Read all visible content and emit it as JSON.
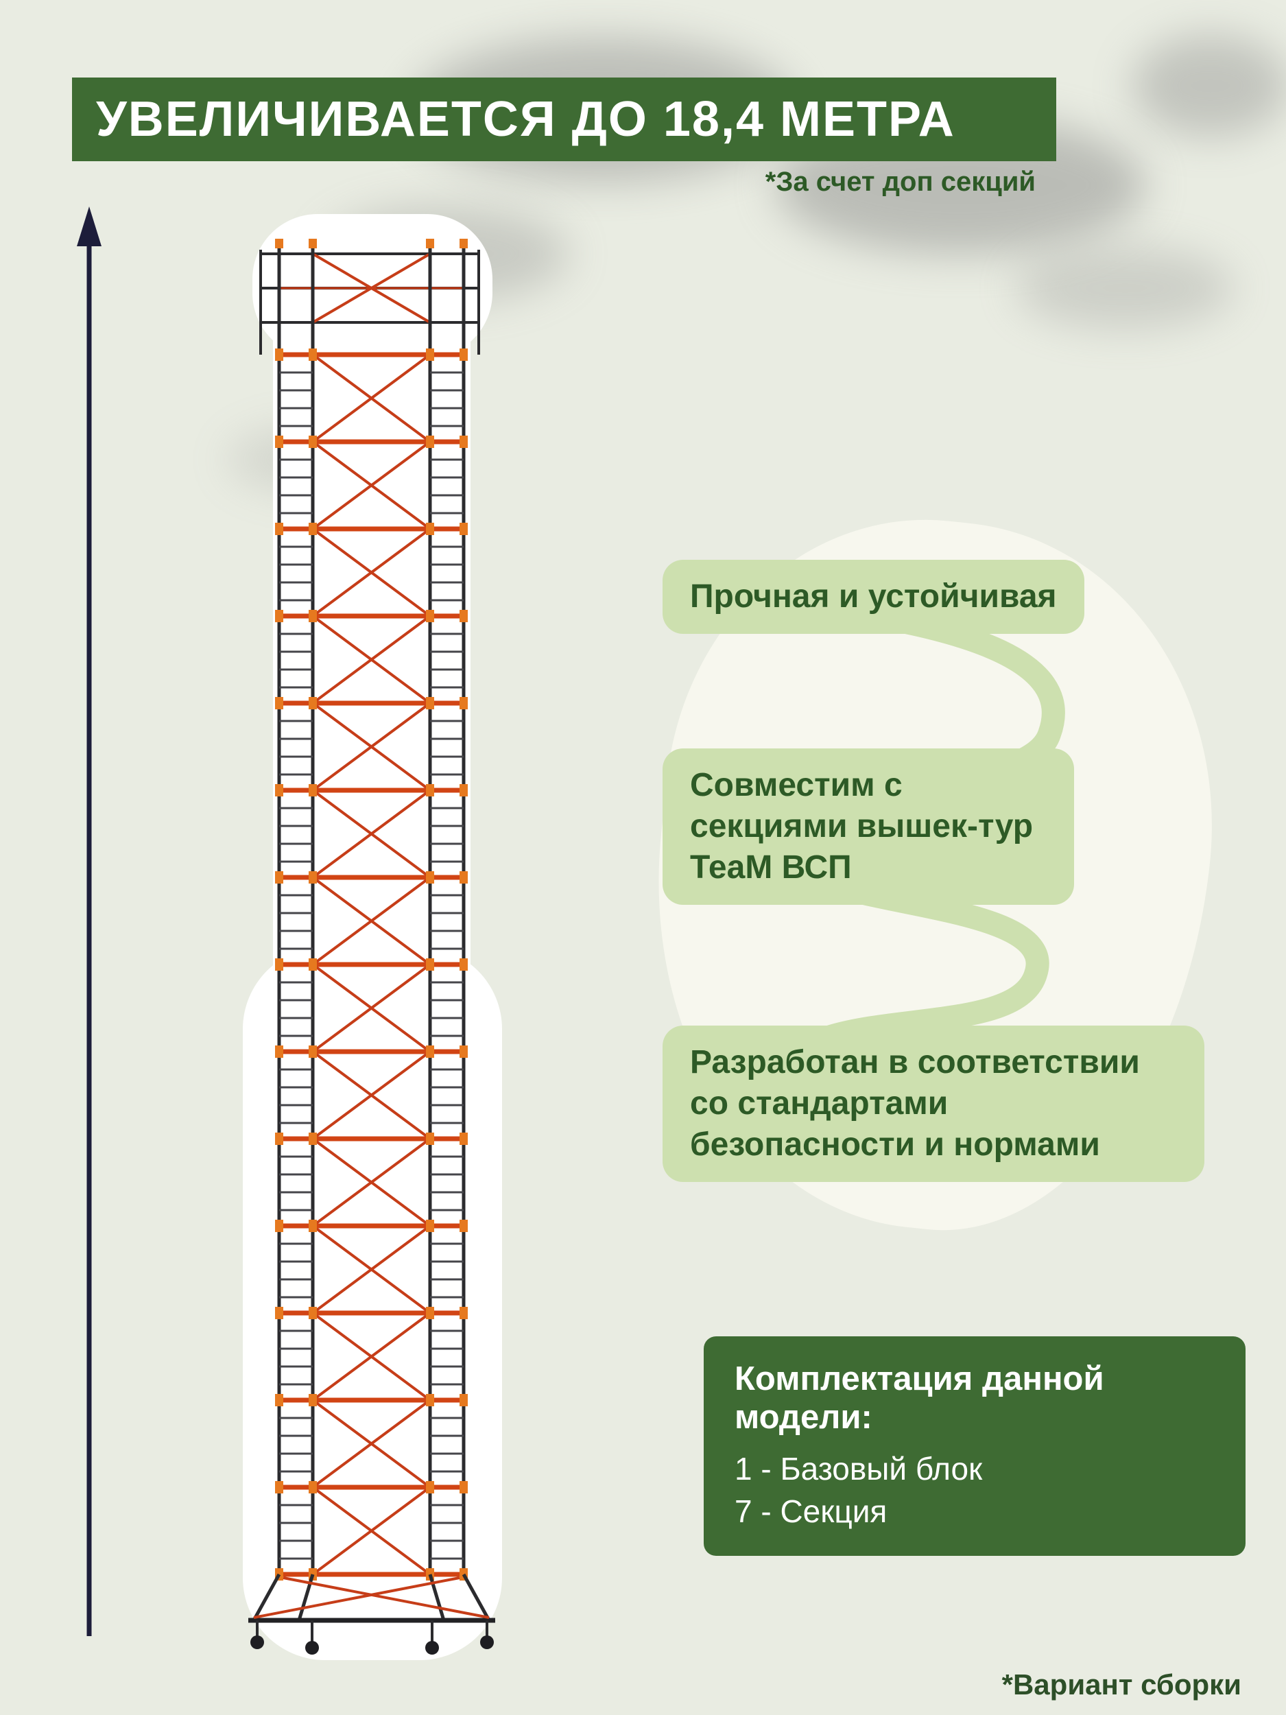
{
  "header": {
    "title": "УВЕЛИЧИВАЕТСЯ ДО 18,4 МЕТРА",
    "note": "*За счет доп секций"
  },
  "features": [
    "Прочная и устойчивая",
    "Совместим с секциями вышек-тур ТеаМ ВСП",
    "Разработан в соответствии со стандартами безопасности и нормами"
  ],
  "package": {
    "title": "Комплектация данной модели:",
    "items": [
      "1 - Базовый блок",
      "7 - Секция"
    ]
  },
  "footnote": "*Вариант сборки",
  "illustration": "scaffold-tower-variant-assembly",
  "colors": {
    "background": "#e9ece2",
    "dark_green": "#3e6b33",
    "light_green_pill": "#cde0af",
    "pill_text_green": "#2d5a26",
    "arrow_navy": "#1d1d3a",
    "brace_red": "#c63d18",
    "joint_orange": "#e6791f",
    "frame_dark": "#2b2b2e"
  }
}
